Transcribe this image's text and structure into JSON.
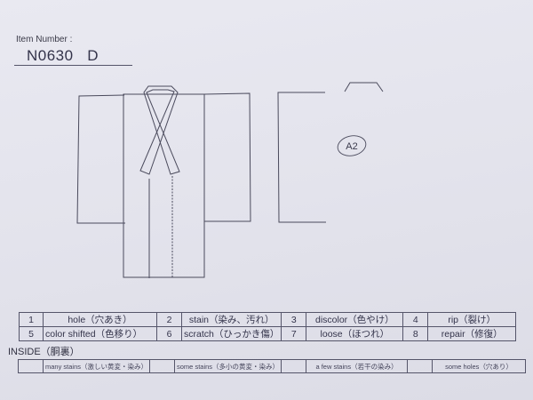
{
  "header": {
    "item_label": "Item Number :",
    "item_number": "N0630   D"
  },
  "diagram": {
    "front_view": "kimono-front",
    "back_view": "kimono-back",
    "annotation": "A2"
  },
  "legend": {
    "rows": [
      [
        {
          "num": "1",
          "label": "hole（穴あき）"
        },
        {
          "num": "2",
          "label": "stain（染み、汚れ）"
        },
        {
          "num": "3",
          "label": "discolor（色やけ）"
        },
        {
          "num": "4",
          "label": "rip（裂け）"
        }
      ],
      [
        {
          "num": "5",
          "label": "color shifted（色移り）"
        },
        {
          "num": "6",
          "label": "scratch（ひっかき傷）"
        },
        {
          "num": "7",
          "label": "loose（ほつれ）"
        },
        {
          "num": "8",
          "label": "repair（修復）"
        }
      ]
    ]
  },
  "inside": {
    "title": "INSIDE（胴裏）",
    "options": [
      {
        "check": "",
        "label": "many stains（激しい黄変・染み）"
      },
      {
        "check": "",
        "label": "some stains（多小の黄変・染み）"
      },
      {
        "check": "",
        "label": "a few stains（若干の染み）"
      },
      {
        "check": "",
        "label": "some holes（穴あり）"
      }
    ]
  }
}
